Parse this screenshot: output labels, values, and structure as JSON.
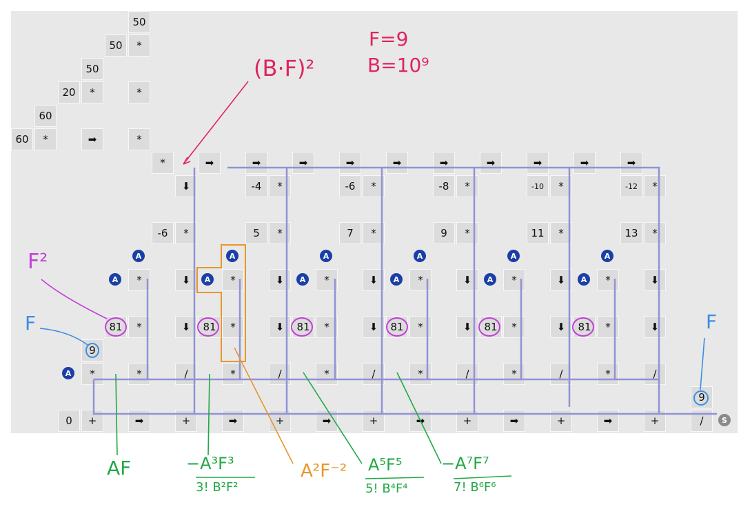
{
  "cells": [
    {
      "t": "50"
    },
    {
      "t": "50"
    },
    {
      "t": "*"
    },
    {
      "t": "50"
    },
    {
      "t": "20"
    },
    {
      "t": "*"
    },
    {
      "t": "*"
    },
    {
      "t": "60"
    },
    {
      "t": "60"
    },
    {
      "t": "*"
    },
    {
      "t": "➡"
    },
    {
      "t": "*"
    },
    {
      "t": "*"
    },
    {
      "t": "➡"
    },
    {
      "t": "➡"
    },
    {
      "t": "➡"
    },
    {
      "t": "➡"
    },
    {
      "t": "➡"
    },
    {
      "t": "➡"
    },
    {
      "t": "➡"
    },
    {
      "t": "➡"
    },
    {
      "t": "➡"
    },
    {
      "t": "➡"
    },
    {
      "t": "⬇"
    },
    {
      "t": "-4"
    },
    {
      "t": "*"
    },
    {
      "t": "-6"
    },
    {
      "t": "*"
    },
    {
      "t": "-8"
    },
    {
      "t": "*"
    },
    {
      "t": "-10"
    },
    {
      "t": "*"
    },
    {
      "t": "-12"
    },
    {
      "t": "*"
    },
    {
      "t": "-6"
    },
    {
      "t": "*"
    },
    {
      "t": "5"
    },
    {
      "t": "*"
    },
    {
      "t": "7"
    },
    {
      "t": "*"
    },
    {
      "t": "9"
    },
    {
      "t": "*"
    },
    {
      "t": "11"
    },
    {
      "t": "*"
    },
    {
      "t": "13"
    },
    {
      "t": "*"
    },
    {
      "t": "*"
    },
    {
      "t": "⬇"
    },
    {
      "t": "*"
    },
    {
      "t": "⬇"
    },
    {
      "t": "*"
    },
    {
      "t": "⬇"
    },
    {
      "t": "*"
    },
    {
      "t": "⬇"
    },
    {
      "t": "*"
    },
    {
      "t": "⬇"
    },
    {
      "t": "*"
    },
    {
      "t": "⬇"
    },
    {
      "t": "81"
    },
    {
      "t": "*"
    },
    {
      "t": "⬇"
    },
    {
      "t": "81"
    },
    {
      "t": "*"
    },
    {
      "t": "⬇"
    },
    {
      "t": "81"
    },
    {
      "t": "*"
    },
    {
      "t": "⬇"
    },
    {
      "t": "81"
    },
    {
      "t": "*"
    },
    {
      "t": "⬇"
    },
    {
      "t": "81"
    },
    {
      "t": "*"
    },
    {
      "t": "⬇"
    },
    {
      "t": "81"
    },
    {
      "t": "*"
    },
    {
      "t": "⬇"
    },
    {
      "t": "9"
    },
    {
      "t": "*"
    },
    {
      "t": "*"
    },
    {
      "t": "/"
    },
    {
      "t": "*"
    },
    {
      "t": "/"
    },
    {
      "t": "*"
    },
    {
      "t": "/"
    },
    {
      "t": "*"
    },
    {
      "t": "/"
    },
    {
      "t": "*"
    },
    {
      "t": "/"
    },
    {
      "t": "*"
    },
    {
      "t": "/"
    },
    {
      "t": "9"
    },
    {
      "t": "0"
    },
    {
      "t": "+"
    },
    {
      "t": "➡"
    },
    {
      "t": "+"
    },
    {
      "t": "➡"
    },
    {
      "t": "+"
    },
    {
      "t": "➡"
    },
    {
      "t": "+"
    },
    {
      "t": "➡"
    },
    {
      "t": "+"
    },
    {
      "t": "➡"
    },
    {
      "t": "+"
    },
    {
      "t": "➡"
    },
    {
      "t": "+"
    },
    {
      "t": "/"
    }
  ],
  "badges": {
    "a": "A",
    "s": "S"
  },
  "annotations": {
    "f_eq": "F=9",
    "b_eq": "B=10⁹",
    "bf2": "(B·F)²",
    "f2": "F²",
    "f_left": "F",
    "f_right": "F",
    "af": "AF",
    "t1_num": "−A³F³",
    "t1_den": "3! B²F²",
    "a2f2": "A²F⁻²",
    "t2_num": "A⁵F⁵",
    "t2_den": "5! B⁴F⁴",
    "t3_num": "−A⁷F⁷",
    "t3_den": "7! B⁶F⁶"
  },
  "colors": {
    "red": "#e0245e",
    "purple": "#c23fd6",
    "blue": "#3a8ee6",
    "green": "#22a845",
    "orange": "#e8962a",
    "lavender": "#8f93d6"
  }
}
